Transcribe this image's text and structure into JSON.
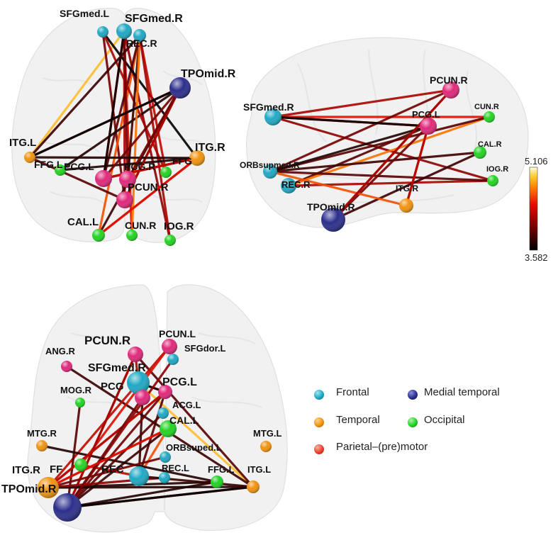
{
  "colors": {
    "Frontal": "#1fa8c4",
    "Temporal": "#f0930f",
    "Occipital": "#22d322",
    "Medial temporal": "#2b2e8c",
    "Parietal-(pre)motor": "#e0287a"
  },
  "legend": {
    "frontal": "Frontal",
    "medial_temporal": "Medial temporal",
    "temporal": "Temporal",
    "occipital": "Occipital",
    "parietal": "Parietal–(pre)motor"
  },
  "colorbar": {
    "max": "5.106",
    "min": "3.582"
  },
  "views": {
    "axial": {
      "nodes": [
        {
          "id": "SFGmed.L",
          "label": "SFGmed.L",
          "cat": "Frontal"
        },
        {
          "id": "SFGmed.R",
          "label": "SFGmed.R",
          "cat": "Frontal"
        },
        {
          "id": "REC.R",
          "label": "REC.R",
          "cat": "Frontal"
        },
        {
          "id": "TPOmid.R",
          "label": "TPOmid.R",
          "cat": "Medial temporal"
        },
        {
          "id": "ITG.L",
          "label": "ITG.L",
          "cat": "Temporal"
        },
        {
          "id": "ITG.R",
          "label": "ITG.R",
          "cat": "Temporal"
        },
        {
          "id": "FFG.L",
          "label": "FFG.L",
          "cat": "Occipital"
        },
        {
          "id": "PCG.L",
          "label": "PCG.L",
          "cat": "Parietal-(pre)motor"
        },
        {
          "id": "PCG.R",
          "label": "PCG.R",
          "cat": "Parietal-(pre)motor"
        },
        {
          "id": "FFG.R",
          "label": "FFG",
          "cat": "Occipital"
        },
        {
          "id": "PCUN.R",
          "label": "PCUN.R",
          "cat": "Parietal-(pre)motor"
        },
        {
          "id": "CAL.L",
          "label": "CAL.L",
          "cat": "Occipital"
        },
        {
          "id": "CUN.R",
          "label": "CUN.R",
          "cat": "Occipital"
        },
        {
          "id": "IOG.R",
          "label": "IOG.R",
          "cat": "Occipital"
        }
      ]
    },
    "sagittal": {
      "nodes": [
        {
          "id": "PCUN.R",
          "label": "PCUN.R",
          "cat": "Parietal-(pre)motor"
        },
        {
          "id": "SFGmed.R",
          "label": "SFGmed.R",
          "cat": "Frontal"
        },
        {
          "id": "PCG.L",
          "label": "PCG.L",
          "cat": "Parietal-(pre)motor"
        },
        {
          "id": "CUN.R",
          "label": "CUN.R",
          "cat": "Occipital"
        },
        {
          "id": "CAL.R",
          "label": "CAL.R",
          "cat": "Occipital"
        },
        {
          "id": "ORBsupmed.R",
          "label": "ORBsupmed.R",
          "cat": "Frontal"
        },
        {
          "id": "REC.R",
          "label": "REC.R",
          "cat": "Frontal"
        },
        {
          "id": "IOG.R",
          "label": "IOG.R",
          "cat": "Occipital"
        },
        {
          "id": "ITG.R",
          "label": "ITG.R",
          "cat": "Temporal"
        },
        {
          "id": "TPOmid.R",
          "label": "TPOmid.R",
          "cat": "Medial temporal"
        }
      ]
    },
    "coronal": {
      "nodes": [
        {
          "id": "PCUN.R",
          "label": "PCUN.R",
          "cat": "Parietal-(pre)motor"
        },
        {
          "id": "PCUN.L",
          "label": "PCUN.L",
          "cat": "Parietal-(pre)motor"
        },
        {
          "id": "SFGdor.L",
          "label": "SFGdor.L",
          "cat": "Frontal"
        },
        {
          "id": "ANG.R",
          "label": "ANG.R",
          "cat": "Parietal-(pre)motor"
        },
        {
          "id": "SFGmed.R",
          "label": "SFGmed.R",
          "cat": "Frontal"
        },
        {
          "id": "PCG.L",
          "label": "PCG.L",
          "cat": "Parietal-(pre)motor"
        },
        {
          "id": "PCG.R",
          "label": "PCG",
          "cat": "Parietal-(pre)motor"
        },
        {
          "id": "MOG.R",
          "label": "MOG.R",
          "cat": "Occipital"
        },
        {
          "id": "ACG.L",
          "label": "ACG.L",
          "cat": "Frontal"
        },
        {
          "id": "CAL.L",
          "label": "CAL.L",
          "cat": "Occipital"
        },
        {
          "id": "MTG.R",
          "label": "MTG.R",
          "cat": "Temporal"
        },
        {
          "id": "MTG.L",
          "label": "MTG.L",
          "cat": "Temporal"
        },
        {
          "id": "ORBsuped.L",
          "label": "ORBsuped.L",
          "cat": "Frontal"
        },
        {
          "id": "ITG.R",
          "label": "ITG.R",
          "cat": "Temporal"
        },
        {
          "id": "FFG.R",
          "label": "FF",
          "cat": "Occipital"
        },
        {
          "id": "REC.R",
          "label": "REC",
          "cat": "Frontal"
        },
        {
          "id": "REC.L",
          "label": "REC.L",
          "cat": "Frontal"
        },
        {
          "id": "FFG.L",
          "label": "FFG.L",
          "cat": "Occipital"
        },
        {
          "id": "ITG.L",
          "label": "ITG.L",
          "cat": "Temporal"
        },
        {
          "id": "TPOmid.R",
          "label": "TPOmid.R",
          "cat": "Medial temporal"
        }
      ]
    }
  },
  "edges": [
    {
      "a": "SFGmed.R",
      "b": "ITG.L",
      "w": 4.9
    },
    {
      "a": "SFGmed.R",
      "b": "PCUN.R",
      "w": 4.2
    },
    {
      "a": "SFGmed.L",
      "b": "PCUN.R",
      "w": 4.0
    },
    {
      "a": "SFGmed.R",
      "b": "CUN.R",
      "w": 4.4
    },
    {
      "a": "REC.R",
      "b": "CAL.L",
      "w": 4.6
    },
    {
      "a": "SFGmed.R",
      "b": "IOG.R",
      "w": 4.1
    },
    {
      "a": "REC.R",
      "b": "PCG.L",
      "w": 3.9
    },
    {
      "a": "TPOmid.R",
      "b": "ITG.L",
      "w": 4.0
    },
    {
      "a": "TPOmid.R",
      "b": "CAL.L",
      "w": 3.8
    },
    {
      "a": "TPOmid.R",
      "b": "PCUN.R",
      "w": 4.3
    },
    {
      "a": "TPOmid.R",
      "b": "FFG.L",
      "w": 3.7
    },
    {
      "a": "ITG.R",
      "b": "PCG.L",
      "w": 4.0
    },
    {
      "a": "ITG.R",
      "b": "SFGmed.L",
      "w": 3.6
    },
    {
      "a": "ITG.R",
      "b": "CAL.L",
      "w": 4.5
    },
    {
      "a": "FFG.R",
      "b": "SFGmed.L",
      "w": 4.2
    },
    {
      "a": "FFG.R",
      "b": "REC.R",
      "w": 4.3
    },
    {
      "a": "PCG.R",
      "b": "SFGmed.R",
      "w": 4.0
    },
    {
      "a": "PCG.R",
      "b": "REC.R",
      "w": 3.8
    },
    {
      "a": "PCG.L",
      "b": "SFGmed.R",
      "w": 4.1
    },
    {
      "a": "CUN.R",
      "b": "REC.R",
      "w": 4.7
    },
    {
      "a": "IOG.R",
      "b": "REC.R",
      "w": 4.2
    },
    {
      "a": "ITG.L",
      "b": "PCUN.R",
      "w": 3.9
    },
    {
      "a": "FFG.L",
      "b": "ITG.R",
      "w": 3.7
    },
    {
      "a": "ORBsupmed.R",
      "b": "PCUN.R",
      "w": 4.0
    },
    {
      "a": "ORBsupmed.R",
      "b": "CUN.R",
      "w": 3.9
    },
    {
      "a": "ORBsupmed.R",
      "b": "CAL.R",
      "w": 3.8
    },
    {
      "a": "ORBsupmed.R",
      "b": "PCG.L",
      "w": 3.7
    },
    {
      "a": "ORBsupmed.R",
      "b": "IOG.R",
      "w": 3.9
    },
    {
      "a": "SFGmed.R",
      "b": "PCG.L",
      "w": 3.65
    },
    {
      "a": "TPOmid.R",
      "b": "CAL.R",
      "w": 3.8
    },
    {
      "a": "TPOmid.R",
      "b": "PCG.L",
      "w": 4.0
    },
    {
      "a": "ITG.R",
      "b": "ORBsupmed.R",
      "w": 4.6
    },
    {
      "a": "ANG.R",
      "b": "ITG.L",
      "w": 3.8
    },
    {
      "a": "SFGdor.L",
      "b": "TPOmid.R",
      "w": 4.1
    },
    {
      "a": "PCUN.L",
      "b": "ITG.R",
      "w": 4.3
    },
    {
      "a": "PCUN.L",
      "b": "FFG.R",
      "w": 4.4
    },
    {
      "a": "MOG.R",
      "b": "TPOmid.R",
      "w": 3.9
    },
    {
      "a": "MTG.R",
      "b": "FFG.L",
      "w": 3.7
    },
    {
      "a": "ACG.L",
      "b": "TPOmid.R",
      "w": 3.9
    },
    {
      "a": "PCUN.R",
      "b": "TPOmid.R",
      "w": 4.2
    },
    {
      "a": "ORBsuped.L",
      "b": "ITG.R",
      "w": 4.0
    },
    {
      "a": "ITG.L",
      "b": "TPOmid.R",
      "w": 3.6
    },
    {
      "a": "ITG.L",
      "b": "ITG.R",
      "w": 3.7
    },
    {
      "a": "REC.L",
      "b": "ITG.R",
      "w": 4.1
    },
    {
      "a": "REC.R",
      "b": "ITG.L",
      "w": 3.8
    },
    {
      "a": "PCG.L",
      "b": "ITG.R",
      "w": 4.3
    },
    {
      "a": "PCG.R",
      "b": "TPOmid.R",
      "w": 4.0
    },
    {
      "a": "CAL.L",
      "b": "ITG.R",
      "w": 4.4
    }
  ]
}
